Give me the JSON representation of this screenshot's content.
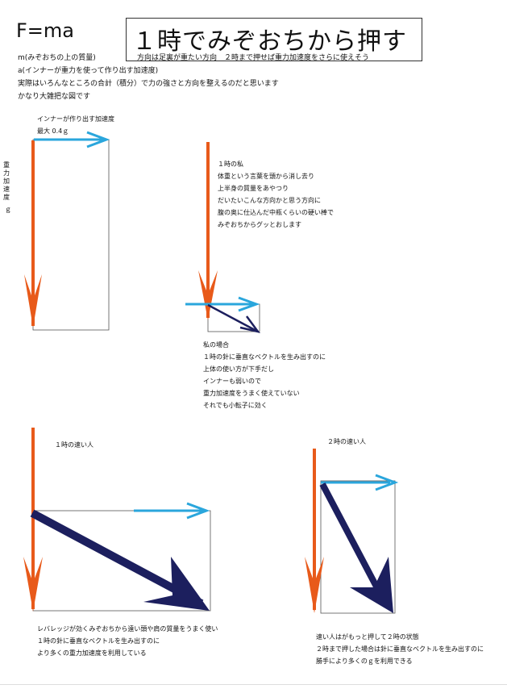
{
  "header": {
    "formula": "F=ma",
    "title": "１時でみぞおちから押す",
    "subtitle": "方向は足裏が重たい方向　２時まで押せば重力加速度をさらに使えそう"
  },
  "intro": [
    "m(みぞおちの上の質量)",
    "a(インナーが重力を使って作り出す加速度)",
    "実際はいろんなところの合計（積分）で力の強さと方向を整えるのだと思います",
    "かなり大雑把な図です"
  ],
  "diagram1": {
    "label_inner": "インナーが作り出す加速度",
    "label_max": "最大 0.4ｇ",
    "side_label": "重力加速度",
    "side_g": "ｇ"
  },
  "diagram2": {
    "heading": "１時の私",
    "lines": [
      "体重という言葉を頭から消し去り",
      "上半身の質量をあやつり",
      "だいたいこんな方向かと思う方向に",
      "腹の奥に仕込んだ中瓶くらいの硬い棒で",
      "みぞおちからグッとおします"
    ],
    "case_heading": "私の場合",
    "case_lines": [
      "１時の針に垂直なベクトルを生み出すのに",
      "上体の使い方が下手だし",
      "インナーも弱いので",
      "重力加速度をうまく使えていない",
      "それでも小転子に効く"
    ]
  },
  "diagram3": {
    "heading": "１時の速い人",
    "lines": [
      "レバレッジが効くみぞおちから遠い頭や肩の質量をうまく使い",
      "１時の針に垂直なベクトルを生み出すのに",
      "より多くの重力加速度を利用している"
    ]
  },
  "diagram4": {
    "heading": "２時の速い人",
    "lines": [
      "速い人はがもっと押して２時の状態",
      "２時まで押した場合は針に垂直なベクトルを生み出すのに",
      "勝手により多くのｇを利用できる"
    ]
  },
  "colors": {
    "gravity": "#e85a1a",
    "inner": "#2aa6dc",
    "result": "#1c1f5e",
    "frame": "#555555"
  }
}
